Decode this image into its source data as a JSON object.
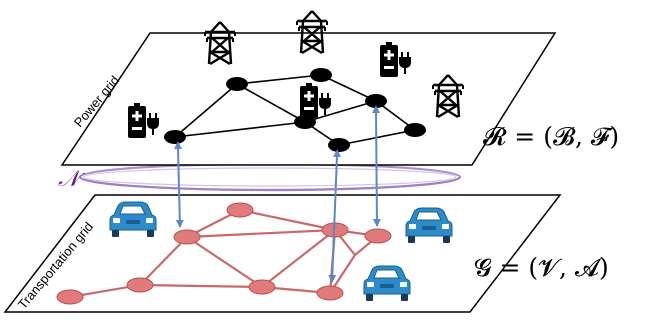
{
  "labels": {
    "power_grid": "Power grid",
    "transportation_grid": "Transportation grid",
    "power_formula": "𝓡 = (𝓑, 𝓕)",
    "transport_formula": "𝓖 = (𝓥, 𝓐)",
    "coupling_symbol": "𝒩"
  },
  "colors": {
    "power_node": "#000000",
    "transport_node": "#e07b7b",
    "transport_edge": "#c96a6a",
    "coupling_link": "#5f86c4",
    "coupling_ring": "#9b7fc4",
    "car_body": "#2e8bc9"
  },
  "icons": {
    "tower": "transmission-tower-icon",
    "battery": "battery-charger-icon",
    "car": "electric-car-icon"
  }
}
